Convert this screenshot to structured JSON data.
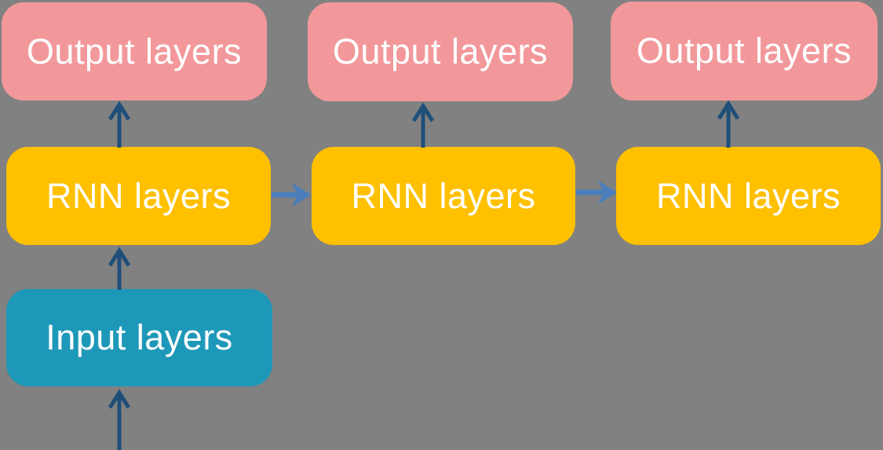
{
  "colors": {
    "background": "#818181",
    "outputFill": "#F2989B",
    "rnnFill": "#FFC000",
    "inputFill": "#1E98B8",
    "labelText": "#FFFFFF",
    "verticalArrow": "#1F4E79",
    "horizontalArrow": "#4A7EBD"
  },
  "diagram": {
    "type": "flow-diagram",
    "description": "Recurrent neural network unrolled over three time steps",
    "nodes": [
      {
        "id": "output-1",
        "label": "Output layers",
        "kind": "output",
        "column": 1
      },
      {
        "id": "output-2",
        "label": "Output layers",
        "kind": "output",
        "column": 2
      },
      {
        "id": "output-3",
        "label": "Output layers",
        "kind": "output",
        "column": 3
      },
      {
        "id": "rnn-1",
        "label": "RNN layers",
        "kind": "rnn",
        "column": 1
      },
      {
        "id": "rnn-2",
        "label": "RNN layers",
        "kind": "rnn",
        "column": 2
      },
      {
        "id": "rnn-3",
        "label": "RNN layers",
        "kind": "rnn",
        "column": 3
      },
      {
        "id": "input-1",
        "label": "Input layers",
        "kind": "input",
        "column": 1
      }
    ],
    "edges": [
      {
        "from": "rnn-1",
        "to": "output-1",
        "direction": "up",
        "style": "open-arrowhead",
        "color": "#1F4E79"
      },
      {
        "from": "rnn-2",
        "to": "output-2",
        "direction": "up",
        "style": "open-arrowhead",
        "color": "#1F4E79"
      },
      {
        "from": "rnn-3",
        "to": "output-3",
        "direction": "up",
        "style": "open-arrowhead",
        "color": "#1F4E79"
      },
      {
        "from": "input-1",
        "to": "rnn-1",
        "direction": "up",
        "style": "open-arrowhead",
        "color": "#1F4E79"
      },
      {
        "from": "off-canvas",
        "to": "input-1",
        "direction": "up",
        "style": "open-arrowhead",
        "color": "#1F4E79"
      },
      {
        "from": "rnn-1",
        "to": "rnn-2",
        "direction": "right",
        "style": "solid-arrowhead",
        "color": "#4A7EBD"
      },
      {
        "from": "rnn-2",
        "to": "rnn-3",
        "direction": "right",
        "style": "solid-arrowhead",
        "color": "#4A7EBD"
      }
    ]
  }
}
